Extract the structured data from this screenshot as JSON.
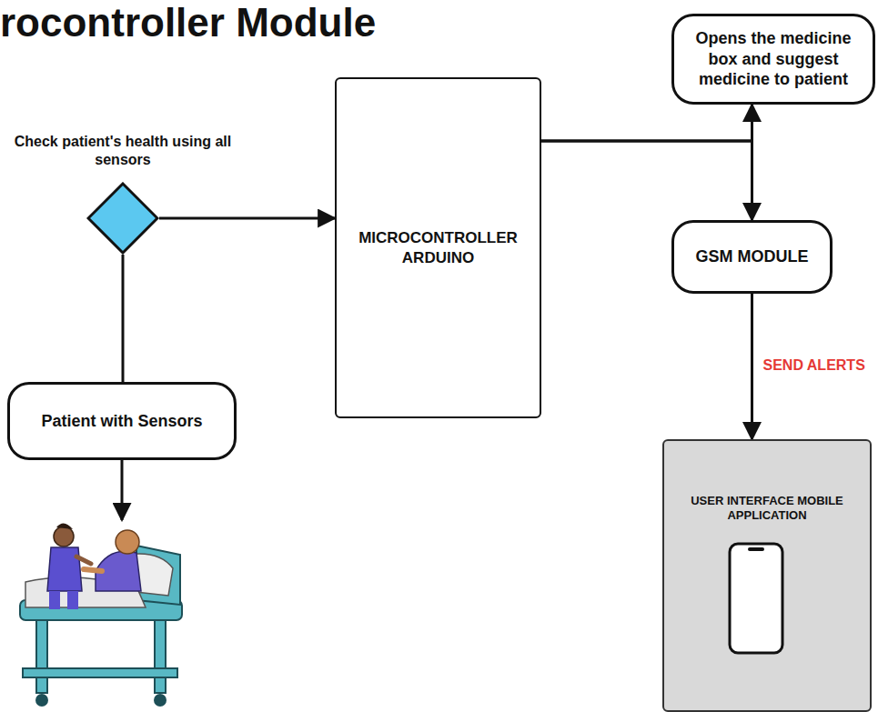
{
  "diagram": {
    "title": "rocontroller Module",
    "nodes": [
      {
        "text": [
          "Check patient's health using all sensors"
        ]
      },
      {
        "text": [
          "MICROCONTROLLER ARDUINO"
        ]
      },
      {
        "text": [
          "Opens the medicine box and suggest medicine to patient"
        ]
      },
      {
        "text": [
          "GSM MODULE"
        ]
      },
      {
        "text": [
          "USER INTERFACE MOBILE APPLICATION"
        ]
      },
      {
        "text": [
          "Patient with Sensors"
        ]
      }
    ],
    "edges": [
      {
        "from": 0,
        "to": 1,
        "arrow": "to"
      },
      {
        "from": 1,
        "to": 2,
        "arrow": "to"
      },
      {
        "from": 1,
        "to": 3,
        "arrow": "to"
      },
      {
        "from": 3,
        "to": 4,
        "label": "SEND ALERTS",
        "arrow": "to"
      },
      {
        "from": 0,
        "to": 5,
        "arrow": "none"
      }
    ]
  }
}
